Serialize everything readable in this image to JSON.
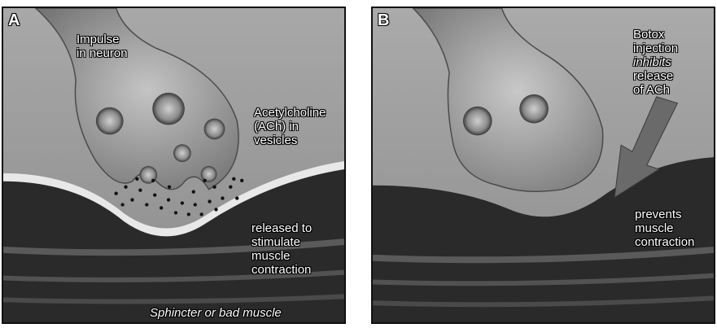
{
  "panels": [
    {
      "letter": "A",
      "labels": {
        "impulse": [
          "Impulse",
          "in neuron"
        ],
        "ach": [
          "Acetylcholine",
          "(ACh) in",
          "vesicles"
        ],
        "released": [
          "released to",
          "stimulate",
          "muscle",
          "contraction"
        ],
        "muscle": "Sphincter or bad muscle"
      }
    },
    {
      "letter": "B",
      "labels": {
        "botox": [
          "Botox",
          "injection",
          "inhibits",
          "release",
          "of ACh"
        ],
        "prevents": [
          "prevents",
          "muscle",
          "contraction"
        ]
      }
    }
  ],
  "colors": {
    "muscle_dark": "#2a2a2a",
    "muscle_band": "#505050",
    "background": "#9a9a9a",
    "neuron": "#8a8a8a",
    "ach_dots": "#111111"
  }
}
